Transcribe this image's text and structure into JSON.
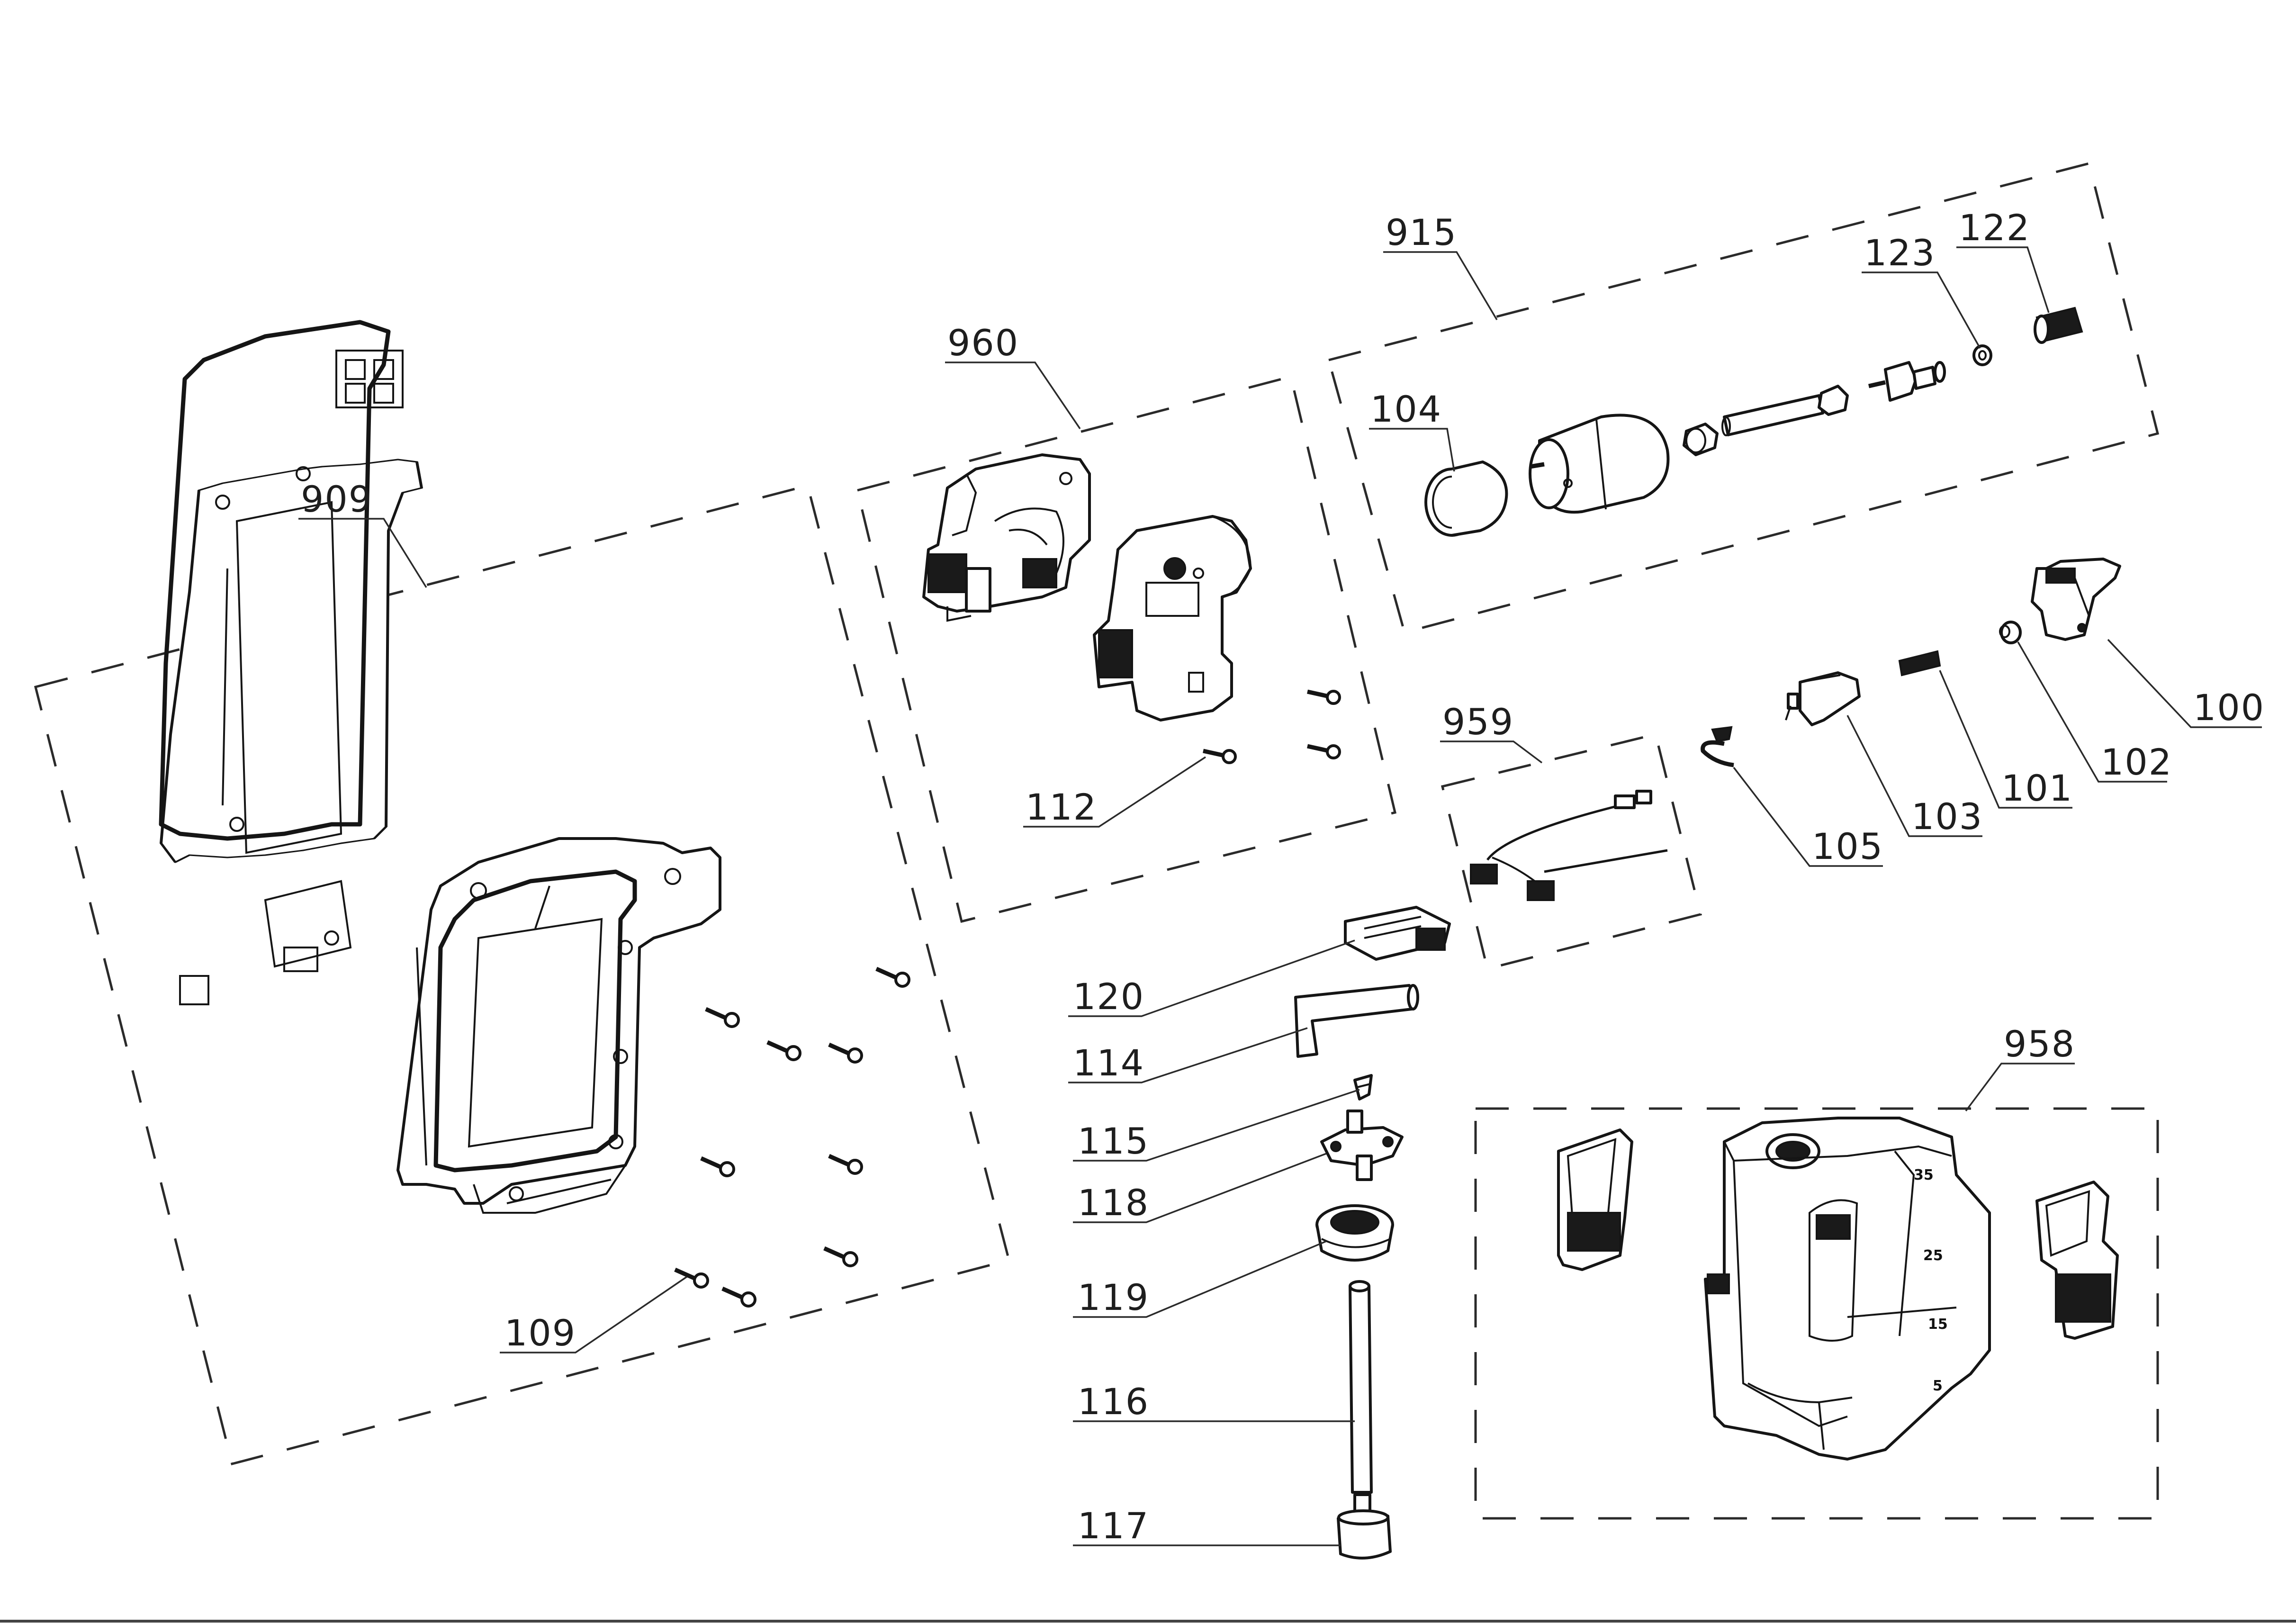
{
  "callouts": {
    "c100": "100",
    "c101": "101",
    "c102": "102",
    "c103": "103",
    "c104": "104",
    "c105": "105",
    "c109": "109",
    "c112": "112",
    "c114": "114",
    "c115": "115",
    "c116": "116",
    "c117": "117",
    "c118": "118",
    "c119": "119",
    "c120": "120",
    "c122": "122",
    "c123": "123",
    "c909": "909",
    "c915": "915",
    "c958": "958",
    "c959": "959",
    "c960": "960"
  },
  "tank_marks": {
    "m35": "35",
    "m25": "25",
    "m15": "15",
    "m5": "5"
  }
}
